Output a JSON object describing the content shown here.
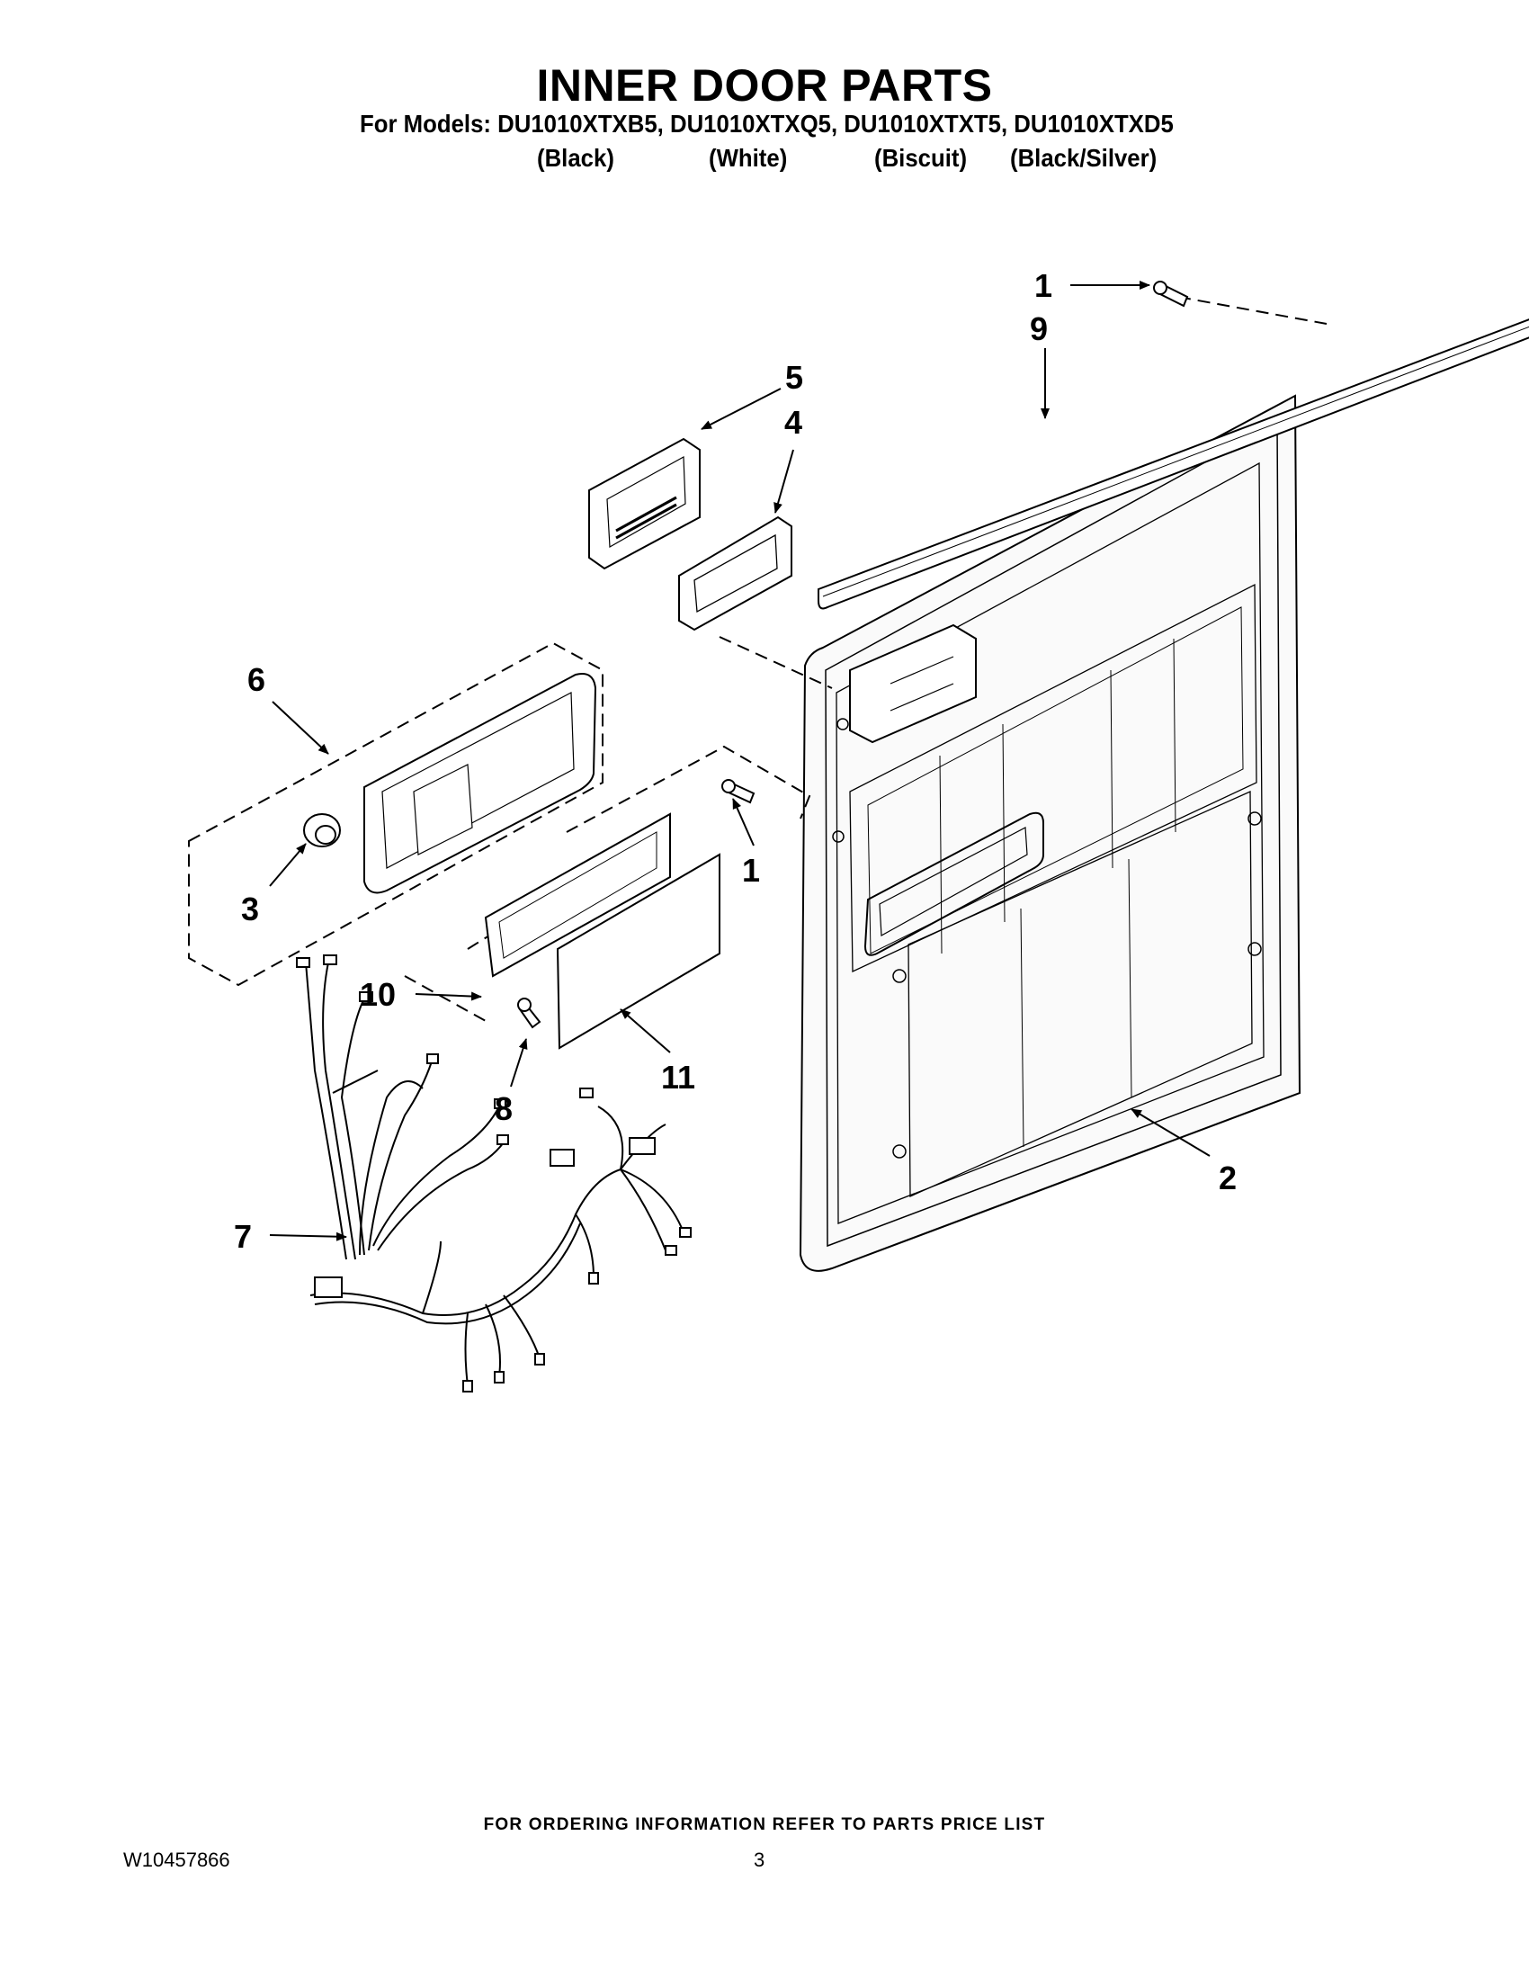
{
  "header": {
    "title": "INNER DOOR PARTS",
    "models_line": "For Models: DU1010XTXB5, DU1010XTXQ5, DU1010XTXT5, DU1010XTXD5",
    "colors": [
      "(Black)",
      "(White)",
      "(Biscuit)",
      "(Black/Silver)"
    ]
  },
  "callouts": {
    "c1_top": "1",
    "c9": "9",
    "c5": "5",
    "c4": "4",
    "c6": "6",
    "c1_mid": "1",
    "c3": "3",
    "c10": "10",
    "c8": "8",
    "c11": "11",
    "c2": "2",
    "c7": "7"
  },
  "footer": {
    "ordering_note": "FOR ORDERING INFORMATION REFER TO PARTS PRICE LIST",
    "doc_number": "W10457866",
    "page_number": "3"
  }
}
